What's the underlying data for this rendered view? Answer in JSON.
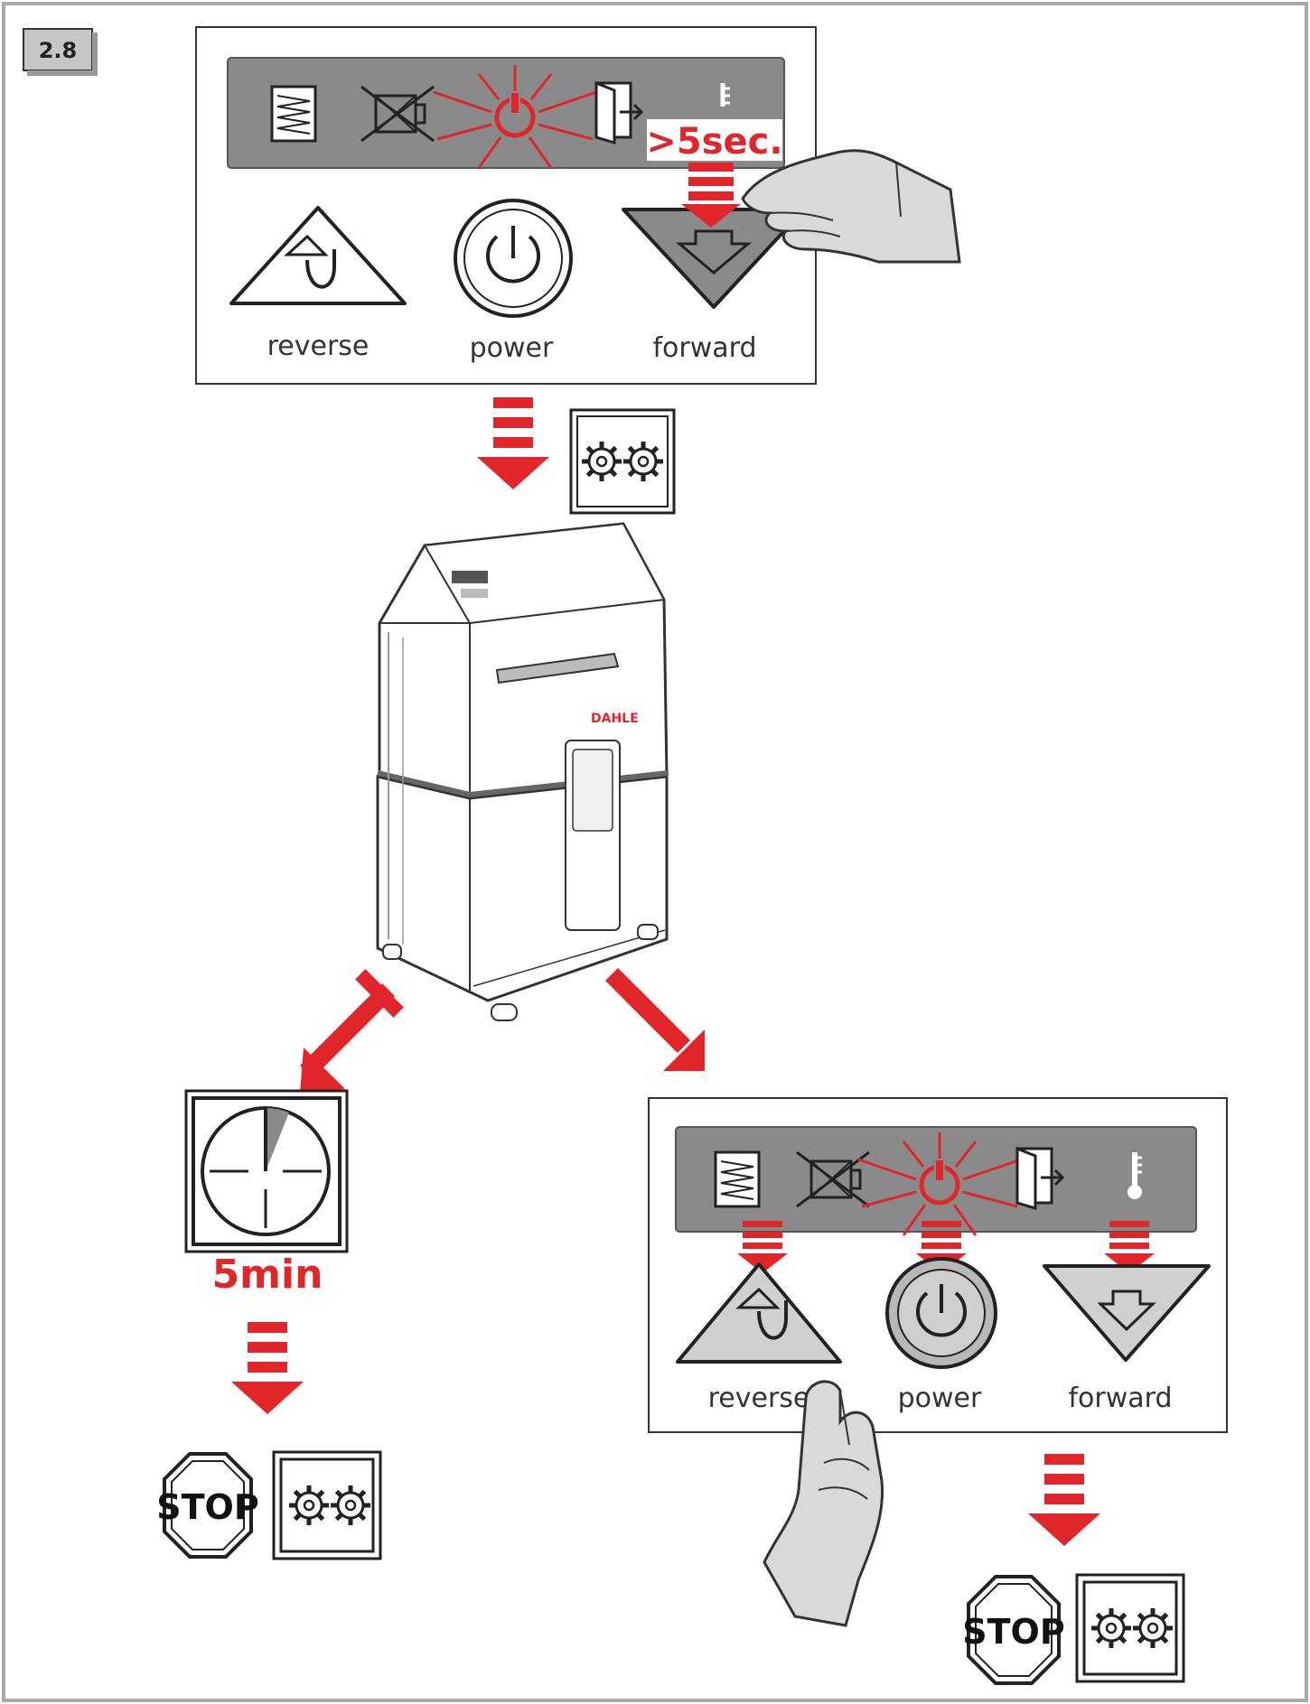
{
  "step_badge": "2.8",
  "panel_top": {
    "buttons": [
      "reverse",
      "power",
      "forward"
    ],
    "hold_text": ">5sec."
  },
  "brand": "DAHLE",
  "timer_text": "5min",
  "panel_bottom": {
    "buttons": [
      "reverse",
      "power",
      "forward"
    ]
  },
  "stop_sign": "STOP",
  "colors": {
    "accent": "#e0252b",
    "panel": "#8a8a8a",
    "line": "#333333",
    "frame": "#a9a9a9"
  }
}
